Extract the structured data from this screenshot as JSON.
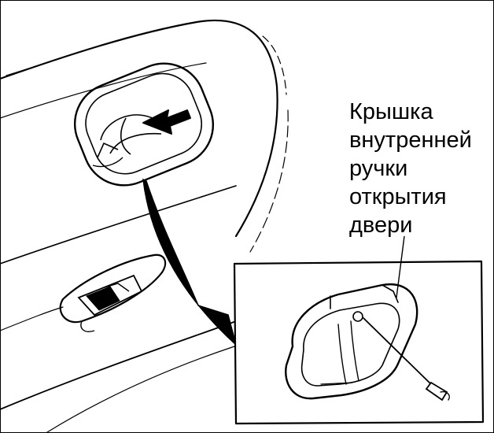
{
  "callout": {
    "label_lines": [
      "Крышка",
      "внутренней",
      "ручки",
      "открытия",
      "двери"
    ]
  },
  "colors": {
    "ink": "#000000",
    "paper": "#ffffff"
  },
  "drawing": {
    "parts": [
      "door-panel",
      "inner-handle-recess",
      "inner-handle-lever",
      "direction-arrow-icon",
      "window-switch",
      "detail-inset-frame",
      "curved-pointer-arrow",
      "handle-cover-bezel",
      "screwdriver-icon"
    ]
  }
}
